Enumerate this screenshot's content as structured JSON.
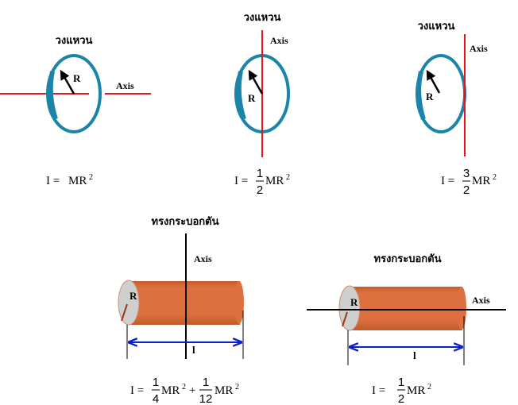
{
  "title": "Moments of inertia: ring and solid cylinder",
  "colors": {
    "ring": "#1a85a8",
    "ring_dark": "#0f6d8c",
    "axis_red": "#e8141c",
    "cylinder": "#dd6f3a",
    "cylinder_top": "#c9602f",
    "cylinder_end": "#cfcfcf",
    "length_arrow": "#0a1fd0",
    "radius_line_cyl": "#9a3a10"
  },
  "diagrams": [
    {
      "id": "ring-axis-through-center-perpendicular",
      "shape_label": "วงแหวน",
      "axis_label": "Axis",
      "radius_label": "R",
      "formula": {
        "lhs": "I =",
        "coef_num": "",
        "coef_den": "",
        "term": "MR",
        "exp": "2"
      }
    },
    {
      "id": "ring-axis-diameter",
      "shape_label": "วงแหวน",
      "axis_label": "Axis",
      "radius_label": "R",
      "formula": {
        "lhs": "I =",
        "coef_num": "1",
        "coef_den": "2",
        "term": "MR",
        "exp": "2"
      }
    },
    {
      "id": "ring-axis-tangent",
      "shape_label": "วงแหวน",
      "axis_label": "Axis",
      "radius_label": "R",
      "formula": {
        "lhs": "I =",
        "coef_num": "3",
        "coef_den": "2",
        "term": "MR",
        "exp": "2"
      }
    },
    {
      "id": "cylinder-axis-through-center-perpendicular",
      "shape_label": "ทรงกระบอกตัน",
      "axis_label": "Axis",
      "radius_label": "R",
      "length_label": "l",
      "formula": {
        "lhs": "I =",
        "terms": [
          {
            "coef_num": "1",
            "coef_den": "4",
            "term": "MR",
            "exp": "2"
          },
          {
            "op": "+",
            "coef_num": "1",
            "coef_den": "12",
            "term": "MR",
            "exp": "2"
          }
        ]
      }
    },
    {
      "id": "cylinder-axis-along-length",
      "shape_label": "ทรงกระบอกตัน",
      "axis_label": "Axis",
      "radius_label": "R",
      "length_label": "l",
      "formula": {
        "lhs": "I =",
        "coef_num": "1",
        "coef_den": "2",
        "term": "MR",
        "exp": "2"
      }
    }
  ]
}
